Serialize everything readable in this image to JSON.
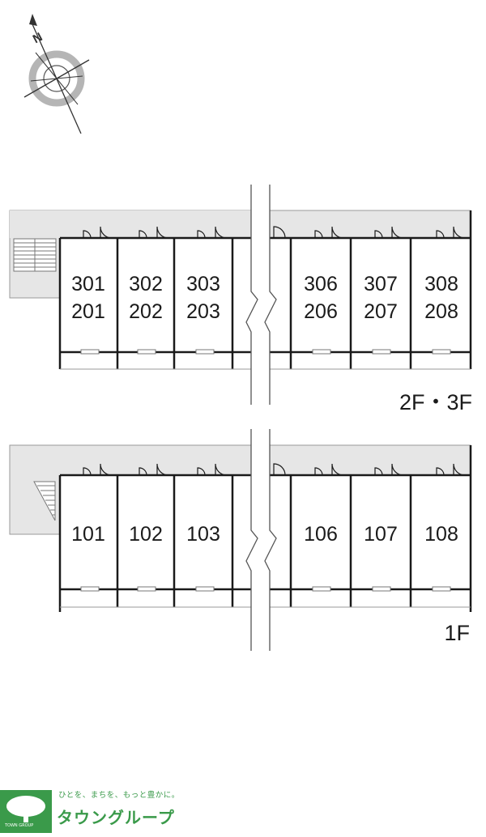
{
  "compass": {
    "north_label": "N"
  },
  "upper_block": {
    "floor_label": "2F・3F",
    "units_top": [
      "301",
      "302",
      "303",
      "306",
      "307",
      "308"
    ],
    "units_bottom": [
      "201",
      "202",
      "203",
      "206",
      "207",
      "208"
    ]
  },
  "lower_block": {
    "floor_label": "1F",
    "units": [
      "101",
      "102",
      "103",
      "106",
      "107",
      "108"
    ]
  },
  "logo": {
    "tagline": "ひとを、まちを、もっと豊かに。",
    "name": "タウングループ",
    "small": "TOWN GROUP"
  },
  "colors": {
    "corridor": "#e6e6e6",
    "wall": "#1a1a1a",
    "logo_green": "#3a9a4a"
  }
}
